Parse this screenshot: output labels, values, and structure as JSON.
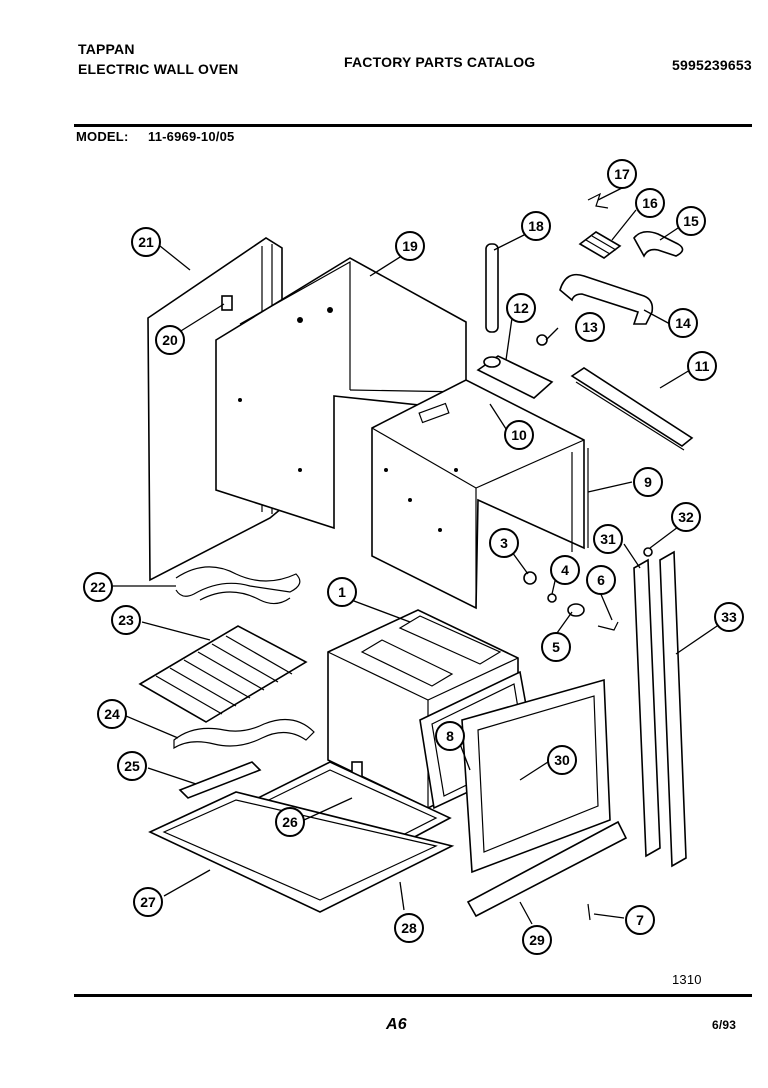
{
  "header": {
    "brand": "TAPPAN",
    "product": "ELECTRIC WALL OVEN",
    "catalog_title": "FACTORY PARTS CATALOG",
    "catalog_number": "5995239653",
    "model_label": "MODEL:",
    "model_value": "11-6969-10/05"
  },
  "footer": {
    "drawing_code": "1310",
    "page": "A6",
    "date": "6/93"
  },
  "callouts": [
    "1",
    "3",
    "4",
    "5",
    "6",
    "7",
    "8",
    "9",
    "10",
    "11",
    "12",
    "13",
    "14",
    "15",
    "16",
    "17",
    "18",
    "19",
    "20",
    "21",
    "22",
    "23",
    "24",
    "25",
    "26",
    "27",
    "28",
    "29",
    "30",
    "31",
    "32",
    "33"
  ]
}
